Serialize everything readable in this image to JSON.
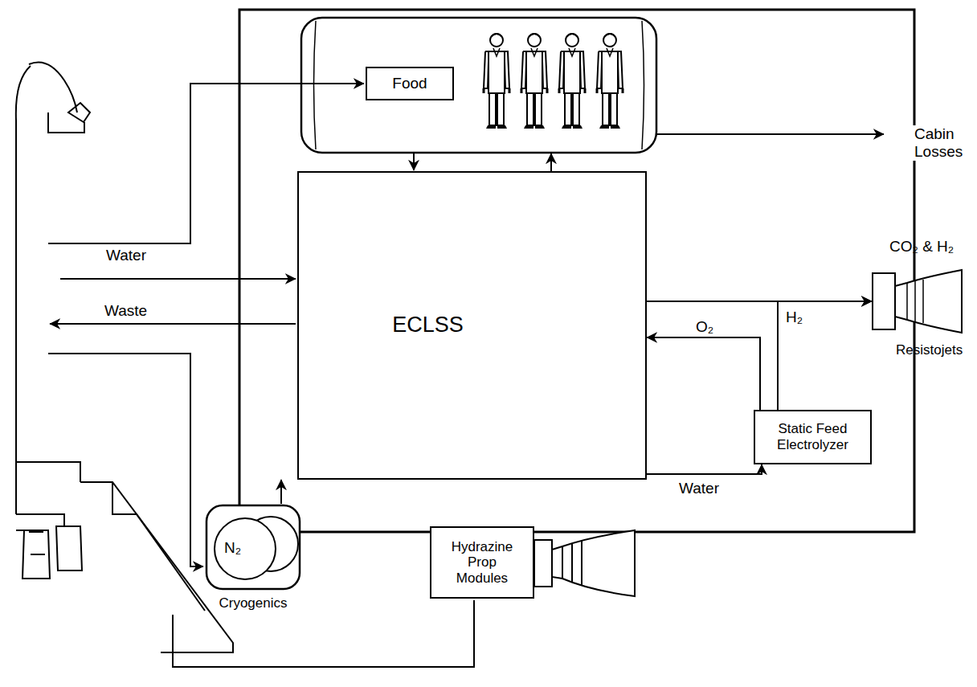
{
  "diagram": {
    "nodes": [
      {
        "text": [
          "Food"
        ]
      },
      {
        "text": [
          "ECLSS"
        ]
      },
      {
        "text": [
          "Static Feed Electrolyzer"
        ]
      },
      {
        "text": [
          "Hydrazine Prop Modules"
        ]
      },
      {
        "text": [
          "N₂",
          "Cryogenics"
        ]
      },
      {
        "text": [
          "CO₂ & H₂",
          "Resistojets"
        ]
      }
    ],
    "edges": [
      {
        "from": 2,
        "to": 1,
        "arrow": "to",
        "label": "O₂"
      },
      {
        "from": 1,
        "to": 2,
        "arrow": "to",
        "label": "Water"
      },
      {
        "from": 2,
        "to": 5,
        "arrow": "to",
        "label": "H₂"
      },
      {
        "from": 1,
        "to": 5,
        "arrow": "to"
      },
      {
        "from": 4,
        "to": 1,
        "arrow": "to"
      }
    ],
    "labels": [
      "Water",
      "Waste",
      "Cabin Losses"
    ]
  }
}
